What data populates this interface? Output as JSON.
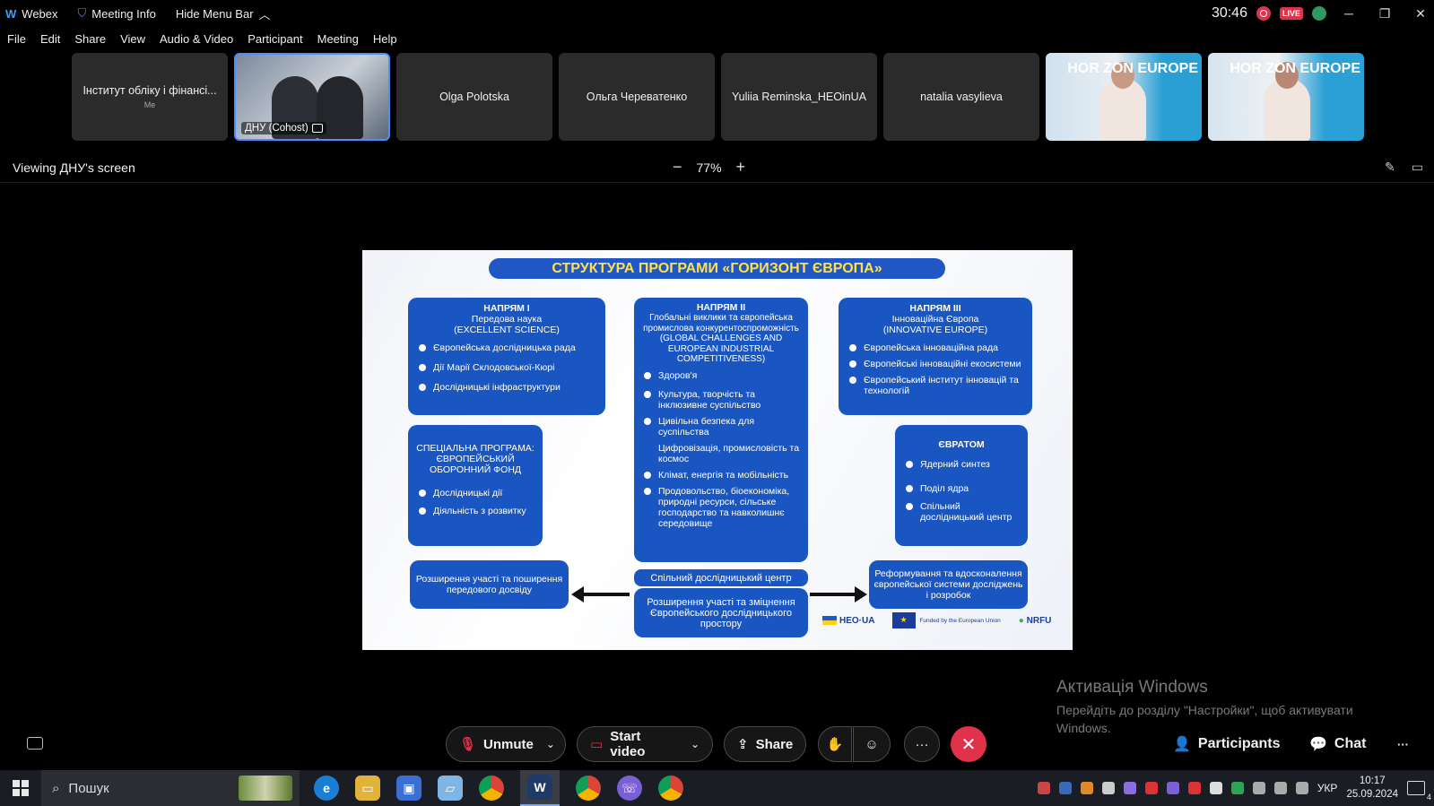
{
  "titlebar": {
    "app_name": "Webex",
    "meeting_info": "Meeting Info",
    "hide_menu": "Hide Menu Bar",
    "timer": "30:46",
    "live": "LIVE"
  },
  "menu": [
    "File",
    "Edit",
    "Share",
    "View",
    "Audio & Video",
    "Participant",
    "Meeting",
    "Help"
  ],
  "participants": [
    {
      "name": "Інститут обліку і фінансі...",
      "sub": "Me"
    },
    {
      "name": "ДНУ (Cohost)"
    },
    {
      "name": "Olga Polotska"
    },
    {
      "name": "Ольга Череватенко"
    },
    {
      "name": "Yuliia Reminska_HEOinUA"
    },
    {
      "name": "natalia vasylieva"
    },
    {
      "name": "HOR ZON EUROPE"
    },
    {
      "name": "HOR ZON EUROPE"
    }
  ],
  "viewbar": {
    "viewing": "Viewing ДНУ's screen",
    "zoom": "77%",
    "minus": "−",
    "plus": "+"
  },
  "slide": {
    "title": "СТРУКТУРА ПРОГРАМИ «ГОРИЗОНТ ЄВРОПА»",
    "pillar1": {
      "head": "НАПРЯМ І",
      "sub1": "Передова наука",
      "sub2": "(EXCELLENT SCIENCE)",
      "items": [
        "Європейська дослідницька рада",
        "Дії Марії Склодовської-Кюрі",
        "Дослідницькі інфраструктури"
      ]
    },
    "pillar2": {
      "head": "НАПРЯМ ІІ",
      "sub": "Глобальні виклики та європейська промислова конкурентоспроможність (GLOBAL CHALLENGES AND EUROPEAN INDUSTRIAL COMPETITIVENESS)",
      "items": [
        "Здоров'я",
        "Культура, творчість та інклюзивне суспільство",
        "Цивільна безпека для суспільства",
        "Цифровізація, промисловість та космос",
        "Клімат, енергія та мобільність",
        "Продовольство, біоекономіка, природні ресурси, сільське господарство та навколишнє середовище"
      ]
    },
    "pillar3": {
      "head": "НАПРЯМ ІІІ",
      "sub1": "Інноваційна Європа",
      "sub2": "(INNOVATIVE EUROPE)",
      "items": [
        "Європейська інноваційна рада",
        "Європейські інноваційні екосистеми",
        "Європейський інститут інновацій та технологій"
      ]
    },
    "special": {
      "head": "СПЕЦІАЛЬНА ПРОГРАМА: ЄВРОПЕЙСЬКИЙ ОБОРОННИЙ ФОНД",
      "items": [
        "Дослідницькі дії",
        "Діяльність з розвитку"
      ]
    },
    "euratom": {
      "head": "ЄВРАТОМ",
      "items": [
        "Ядерний синтез",
        "Поділ ядра",
        "Спільний дослідницький центр"
      ]
    },
    "jrc": "Спільний дослідницький центр",
    "widening_left": "Розширення участі та поширення передового досвіду",
    "widening_center": "Розширення участі та зміцнення Європейського дослідницького простору",
    "reform": "Реформування та вдосконалення європейської системи досліджень і розробок",
    "logo_heo": "HEO·UA",
    "logo_eu": "Funded by the European Union",
    "logo_nrfu": "NRFU"
  },
  "watermark": {
    "title": "Активація Windows",
    "sub": "Перейдіть до розділу \"Настройки\", щоб активувати Windows."
  },
  "controls": {
    "unmute": "Unmute",
    "start_video": "Start video",
    "share": "Share",
    "participants": "Participants",
    "chat": "Chat"
  },
  "taskbar": {
    "search": "Пошук",
    "lang": "УКР",
    "time": "10:17",
    "date": "25.09.2024",
    "notif_count": "4"
  },
  "colors": {
    "slide_blue": "#1a56c2",
    "title_yellow": "#ffe14d",
    "end_red": "#e0324a"
  }
}
